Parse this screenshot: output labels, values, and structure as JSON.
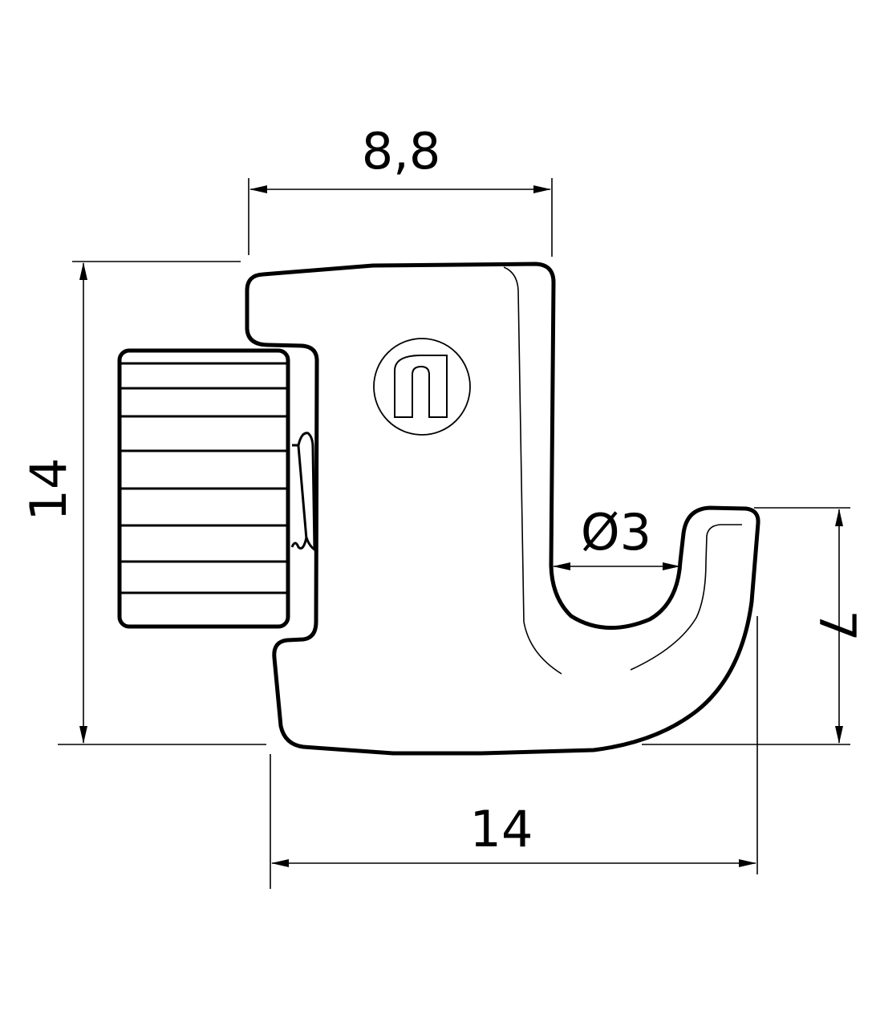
{
  "drawing": {
    "dimensions": {
      "top_width": "8,8",
      "height": "14",
      "bottom_width": "14",
      "hook_height": "7",
      "hole_diameter": "Ø3"
    },
    "logo_text": "n",
    "colors": {
      "line": "#000000",
      "background": "#ffffff"
    }
  }
}
